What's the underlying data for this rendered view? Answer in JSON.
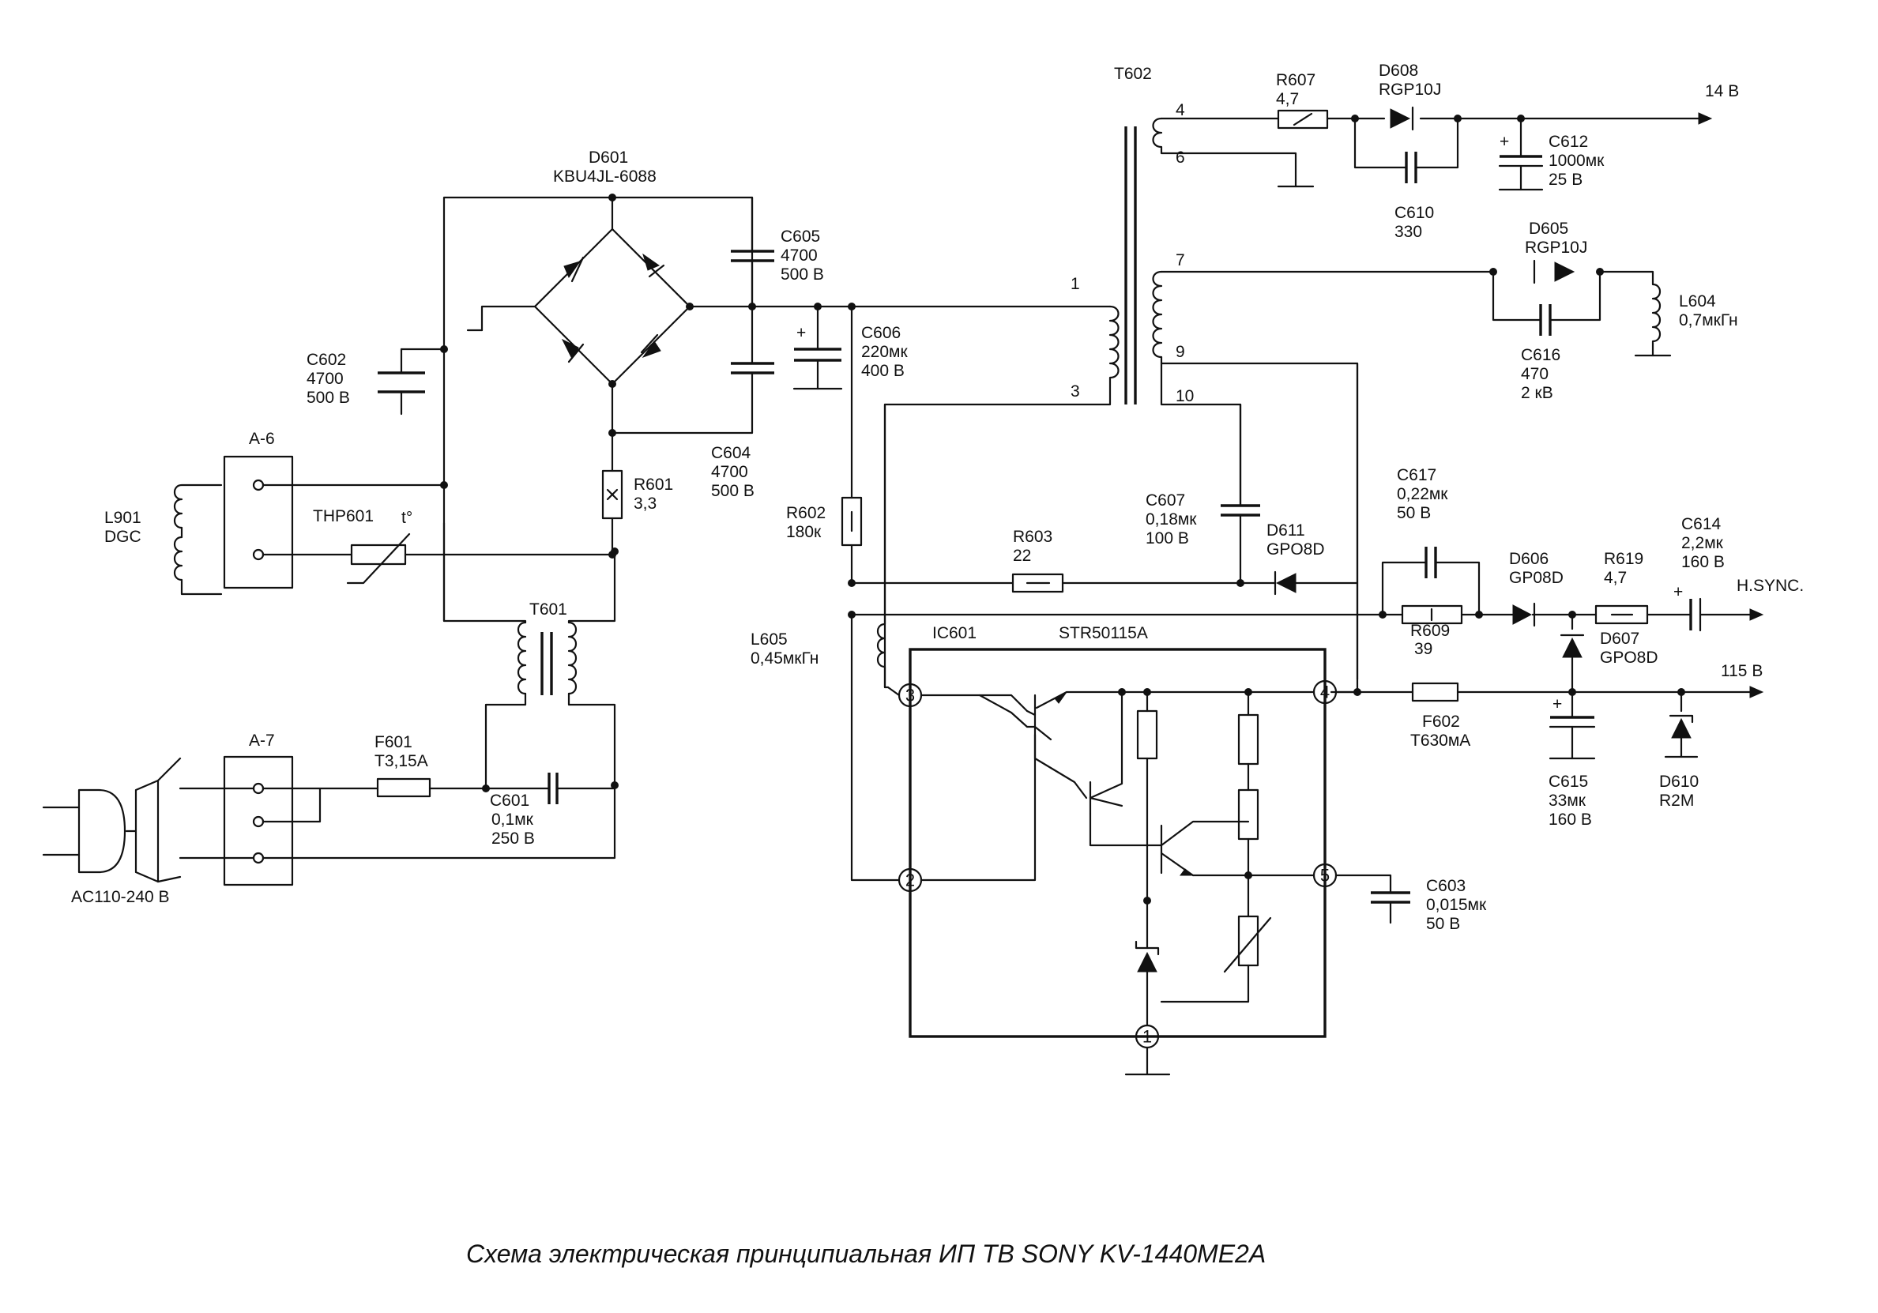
{
  "caption": "Схема электрическая принципиальная ИП ТВ SONY KV-1440ME2A",
  "labels": {
    "d601_ref": "D601",
    "d601_part": "KBU4JL-6088",
    "c605_ref": "C605",
    "c605_val": "4700",
    "c605_volt": "500 В",
    "c602_ref": "C602",
    "c602_val": "4700",
    "c602_volt": "500 В",
    "c604_ref": "C604",
    "c604_val": "4700",
    "c604_volt": "500 В",
    "c606_ref": "C606",
    "c606_val": "220мк",
    "c606_volt": "400 В",
    "r601_ref": "R601",
    "r601_val": "3,3",
    "r602_ref": "R602",
    "r602_val": "180к",
    "a6": "A-6",
    "a7": "A-7",
    "l901_ref": "L901",
    "l901_val": "DGC",
    "thp601": "THP601",
    "thp_t": "t°",
    "t601": "T601",
    "f601_ref": "F601",
    "f601_val": "T3,15A",
    "c601_ref": "C601",
    "c601_val": "0,1мк",
    "c601_volt": "250 В",
    "ac_input": "AC110-240 В",
    "t602": "T602",
    "r607_ref": "R607",
    "r607_val": "4,7",
    "d608_ref": "D608",
    "d608_part": "RGP10J",
    "out_14v": "14 В",
    "c612_ref": "C612",
    "c612_val": "1000мк",
    "c612_volt": "25 В",
    "c610_ref": "C610",
    "c610_val": "330",
    "d605_ref": "D605",
    "d605_part": "RGP10J",
    "l604_ref": "L604",
    "l604_val": "0,7мкГн",
    "c616_ref": "C616",
    "c616_val": "470",
    "c616_volt": "2 кВ",
    "pin_1": "1",
    "pin_3": "3",
    "pin_4": "4",
    "pin_6": "6",
    "pin_7": "7",
    "pin_9": "9",
    "pin_10": "10",
    "c607_ref": "C607",
    "c607_val": "0,18мк",
    "c607_volt": "100 В",
    "d611_ref": "D611",
    "d611_part": "GPO8D",
    "r603_ref": "R603",
    "r603_val": "22",
    "c617_ref": "C617",
    "c617_val": "0,22мк",
    "c617_volt": "50 В",
    "c614_ref": "C614",
    "c614_val": "2,2мк",
    "c614_volt": "160 В",
    "d606_ref": "D606",
    "d606_part": "GP08D",
    "r619_ref": "R619",
    "r619_val": "4,7",
    "hsync": "H.SYNC.",
    "r609_ref": "R609",
    "r609_val": "39",
    "d607_ref": "D607",
    "d607_part": "GPO8D",
    "l605_ref": "L605",
    "l605_val": "0,45мкГн",
    "ic601_ref": "IC601",
    "ic601_part": "STR50115A",
    "out_115v": "115 В",
    "f602_ref": "F602",
    "f602_val": "T630мА",
    "c615_ref": "C615",
    "c615_val": "33мк",
    "c615_volt": "160 В",
    "d610_ref": "D610",
    "d610_part": "R2M",
    "c603_ref": "C603",
    "c603_val": "0,015мк",
    "c603_volt": "50 В",
    "ic_pin_1": "1",
    "ic_pin_2": "2",
    "ic_pin_3": "3",
    "ic_pin_4": "4",
    "ic_pin_5": "5",
    "plus": "+"
  }
}
